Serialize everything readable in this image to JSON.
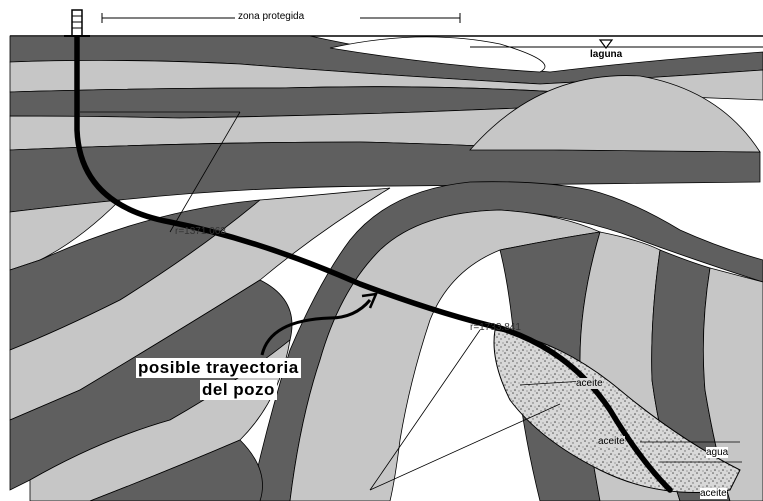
{
  "diagram": {
    "protected_zone_label": "zona protegida",
    "lagoon_label": "laguna",
    "caption_line1": "posible trayectoria",
    "caption_line2": "del pozo",
    "measure_1": "r=1371.063",
    "measure_2": "r=1733.841",
    "fluid_oil_1": "aceite",
    "fluid_oil_2": "aceite",
    "fluid_water": "agua",
    "fluid_oil_3": "aceite"
  },
  "colors": {
    "dark_layer": "#5f5f5f",
    "light_layer": "#c6c6c6",
    "well_path": "#000000",
    "background": "#ffffff"
  },
  "icons": {
    "water_level": "inverted-triangle",
    "well_head": "derrick-mast"
  }
}
